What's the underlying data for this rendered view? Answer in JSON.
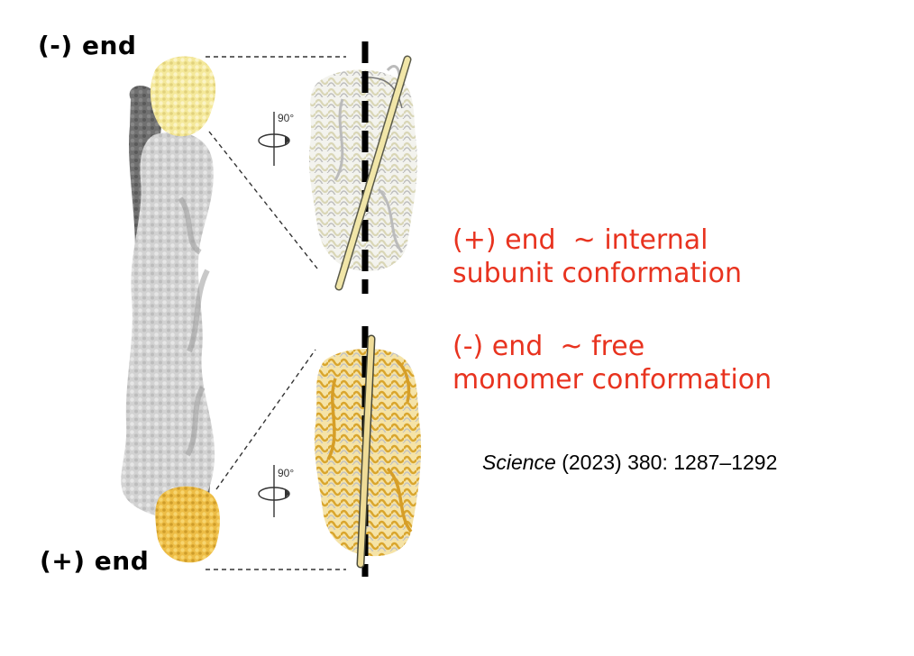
{
  "labels": {
    "minus_end": "(-) end",
    "plus_end": "(+) end"
  },
  "notes": {
    "plus_line1": "(+) end  ~ internal",
    "plus_line2": "subunit conformation",
    "minus_line1": "(-) end  ~ free",
    "minus_line2": "monomer conformation"
  },
  "citation": {
    "journal": "Science",
    "details": " (2023) 380: 1287–1292"
  },
  "rotation": {
    "top": "90°",
    "bottom": "90°"
  },
  "colors": {
    "minus_end_subunit": "#f5ea9c",
    "plus_end_subunit": "#efbf45",
    "filament_light": "#cfcfcf",
    "filament_dark": "#6c6c6c",
    "note_text": "#e8331f"
  }
}
